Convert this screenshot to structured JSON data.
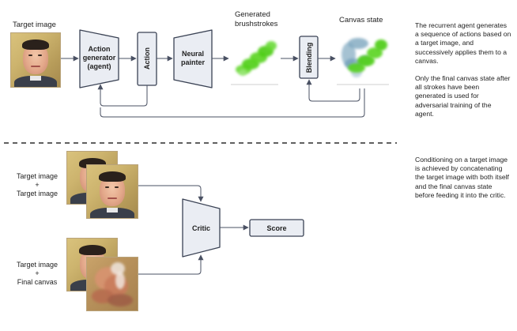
{
  "top": {
    "target_label": "Target image",
    "generator_line1": "Action",
    "generator_line2": "generator",
    "generator_line3": "(agent)",
    "action_label": "Action",
    "painter_line1": "Neural",
    "painter_line2": "painter",
    "strokes_line1": "Generated",
    "strokes_line2": "brushstrokes",
    "blending_label": "Blending",
    "canvas_label": "Canvas state",
    "desc_p1": "The recurrent agent generates a sequence of actions based on a target image, and successively applies them to a canvas.",
    "desc_p2": "Only the final canvas state after all strokes have been generated is used for adversarial training of the agent."
  },
  "bottom": {
    "pair1_line1": "Target image",
    "pair1_line2": "+",
    "pair1_line3": "Target image",
    "pair2_line1": "Target image",
    "pair2_line2": "+",
    "pair2_line3": "Final canvas",
    "critic_label": "Critic",
    "score_label": "Score",
    "desc": "Conditioning on a target image is achieved by concatenating the target image with both itself and the final canvas state before feeding it into the critic."
  },
  "colors": {
    "box_fill": "#eaedf3",
    "box_stroke": "#3a4254",
    "arrow": "#4a5163",
    "stroke_green": "#53d21a",
    "canvas_blue": "#6e9db8"
  }
}
